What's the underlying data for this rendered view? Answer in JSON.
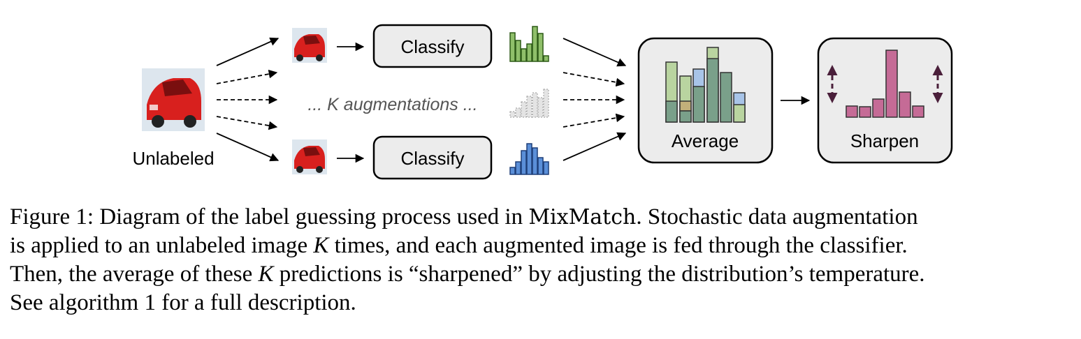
{
  "diagram": {
    "unlabeled_label": "Unlabeled",
    "classify_top_label": "Classify",
    "classify_bottom_label": "Classify",
    "k_augmentations_label": "... K augmentations ...",
    "average_label": "Average",
    "sharpen_label": "Sharpen",
    "colors": {
      "green": "#8fbf6a",
      "blue": "#5b8fd8",
      "gray": "#cccccc",
      "pink": "#c56b96",
      "arrow_dark": "#4a1f3a",
      "box_fill": "#ececec",
      "car_red": "#d8201e"
    },
    "icons": [
      "car-image-icon",
      "up-down-arrow-icon"
    ]
  },
  "caption": {
    "line1_a": "Figure 1: Diagram of the label guessing process used in ",
    "line1_method": "MixMatch",
    "line1_b": ". Stochastic data augmentation",
    "line2_a": "is applied to an unlabeled image ",
    "line2_k": "K",
    "line2_b": " times, and each augmented image is fed through the classifier.",
    "line3_a": "Then, the average of these ",
    "line3_k": "K",
    "line3_b": " predictions is “sharpened” by adjusting the distribution’s temperature.",
    "line4": "See algorithm 1 for a full description."
  }
}
